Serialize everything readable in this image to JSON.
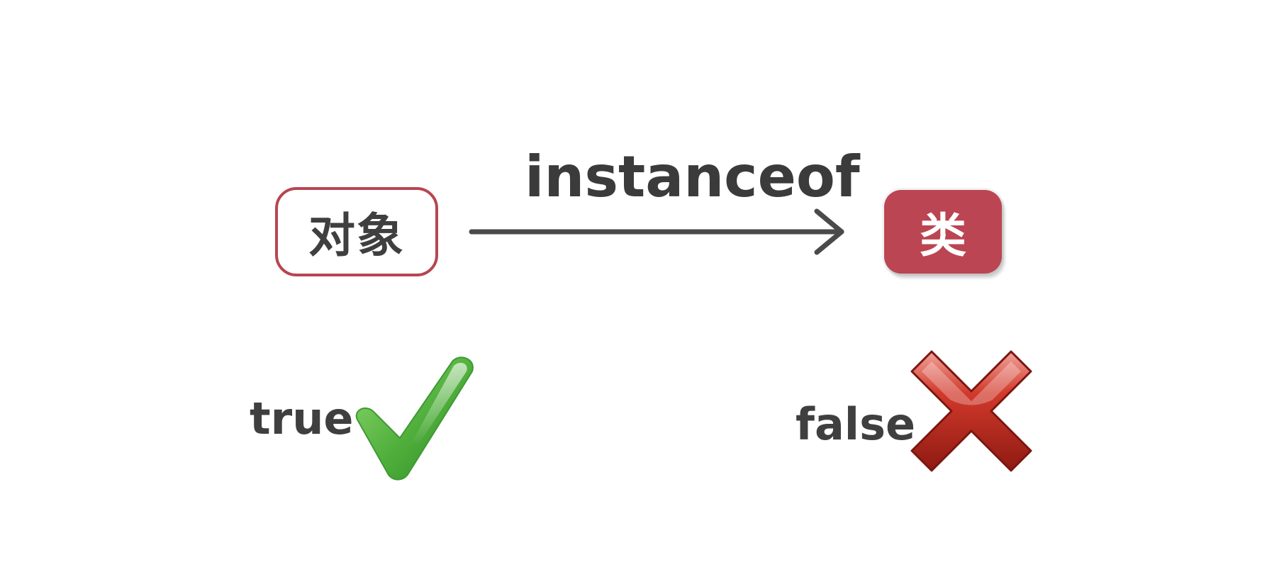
{
  "diagram": {
    "object_label": "对象",
    "class_label": "类",
    "relation_label": "instanceof",
    "true_label": "true",
    "false_label": "false",
    "colors": {
      "accent_red": "#b64651",
      "text_dark": "#3f3f3f",
      "arrow": "#4a4a4a",
      "check_green": "#4caf3a",
      "cross_red": "#b8261b"
    },
    "icons": {
      "true_icon": "checkmark-icon",
      "false_icon": "cross-icon",
      "arrow": "right-arrow"
    }
  }
}
